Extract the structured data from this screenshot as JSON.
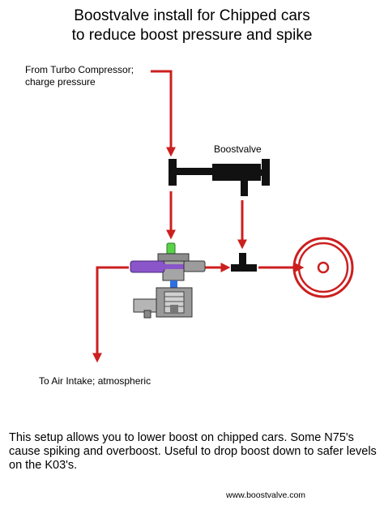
{
  "title": {
    "line1": "Boostvalve install for Chipped cars",
    "line2": "to reduce boost pressure and spike"
  },
  "labels": {
    "source_line1": "From Turbo Compressor;",
    "source_line2": "charge pressure",
    "boostvalve": "Boostvalve",
    "air_intake": "To Air Intake; atmospheric"
  },
  "caption": "This setup allows you to lower boost on chipped cars. Some N75's cause spiking and overboost. Useful to drop boost down to safer levels on the K03's.",
  "footer": "www.boostvalve.com",
  "colors": {
    "pipe": "#cc1f1f",
    "valve_body": "#111111",
    "diverter_purple": "#8a55c8",
    "diverter_green": "#59d24a",
    "diverter_blue": "#2d6fe0"
  }
}
